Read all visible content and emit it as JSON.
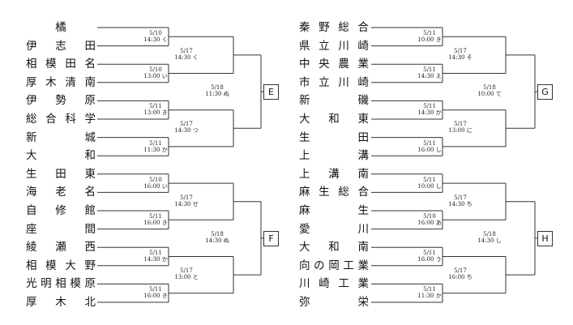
{
  "brackets": [
    {
      "block": "E",
      "teams": [
        "橘",
        "伊志田",
        "相模田名",
        "厚木清南",
        "伊勢原",
        "総合科学",
        "新城",
        "大和"
      ],
      "round1": [
        {
          "date": "5/10",
          "time": "14:30 く"
        },
        {
          "date": "5/10",
          "time": "13:00 い"
        },
        {
          "date": "5/11",
          "time": "13:00 き"
        },
        {
          "date": "5/11",
          "time": "11:30 か"
        }
      ],
      "round2": [
        {
          "date": "5/17",
          "time": "14:30 く"
        },
        {
          "date": "5/17",
          "time": "14:30 つ"
        }
      ],
      "round3": {
        "date": "5/18",
        "time": "11:30 ぬ"
      }
    },
    {
      "block": "F",
      "teams": [
        "生田東",
        "海老名",
        "自修館",
        "座間",
        "綾瀬西",
        "相模大野",
        "光明相模原",
        "厚木北"
      ],
      "round1": [
        {
          "date": "5/10",
          "time": "16:00 い"
        },
        {
          "date": "5/11",
          "time": "16:00 き"
        },
        {
          "date": "5/11",
          "time": "14:30 か"
        },
        {
          "date": "5/11",
          "time": "16:00 き"
        }
      ],
      "round2": [
        {
          "date": "5/17",
          "time": "14:30 せ"
        },
        {
          "date": "5/17",
          "time": "13:00 と"
        }
      ],
      "round3": {
        "date": "5/18",
        "time": "14:30 ぬ"
      }
    },
    {
      "block": "G",
      "teams": [
        "秦野総合",
        "県立川崎",
        "中央農業",
        "市立川崎",
        "新磯",
        "大和東",
        "生田",
        "上溝"
      ],
      "round1": [
        {
          "date": "5/11",
          "time": "10:00 き"
        },
        {
          "date": "5/11",
          "time": "14:30 え"
        },
        {
          "date": "5/11",
          "time": "14:30 か"
        },
        {
          "date": "5/11",
          "time": "16:00 し"
        }
      ],
      "round2": [
        {
          "date": "5/17",
          "time": "14:30 そ"
        },
        {
          "date": "5/17",
          "time": "13:00 に"
        }
      ],
      "round3": {
        "date": "5/18",
        "time": "10:00 て"
      }
    },
    {
      "block": "H",
      "teams": [
        "上溝南",
        "麻生総合",
        "麻生",
        "愛川",
        "大和南",
        "向の岡工業",
        "川崎工業",
        "弥栄"
      ],
      "round1": [
        {
          "date": "5/11",
          "time": "10:00 し"
        },
        {
          "date": "5/10",
          "time": "16:00 あ"
        },
        {
          "date": "5/11",
          "time": "16:00 う"
        },
        {
          "date": "5/11",
          "time": "11:30 か"
        }
      ],
      "round2": [
        {
          "date": "5/17",
          "time": "14:30 ち"
        },
        {
          "date": "5/17",
          "time": "16:00 ち"
        }
      ],
      "round3": {
        "date": "5/18",
        "time": "14:30 し"
      }
    }
  ]
}
